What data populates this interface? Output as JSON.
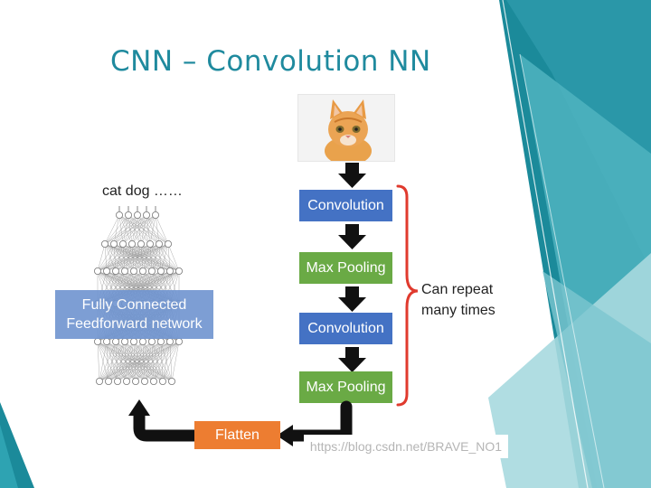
{
  "slide": {
    "title": "CNN – Convolution NN",
    "output_classes": "cat dog ……",
    "fully_connected_line1": "Fully Connected",
    "fully_connected_line2": "Feedforward network",
    "repeat_line1": "Can repeat",
    "repeat_line2": "many times",
    "flatten": "Flatten",
    "watermark": "https://blog.csdn.net/BRAVE_NO1"
  },
  "pipeline": [
    {
      "label": "Convolution",
      "kind": "convolution"
    },
    {
      "label": "Max Pooling",
      "kind": "pooling"
    },
    {
      "label": "Convolution",
      "kind": "convolution"
    },
    {
      "label": "Max Pooling",
      "kind": "pooling"
    }
  ],
  "colors": {
    "title": "#1f8a9e",
    "convolution": "#4472c4",
    "pooling": "#6aaa45",
    "flatten": "#ed7d31",
    "fully_connected": "#6f94d0",
    "bracket": "#e03a2e",
    "teal_dark": "#1b8a9a",
    "teal_light": "#7cc6cf"
  }
}
